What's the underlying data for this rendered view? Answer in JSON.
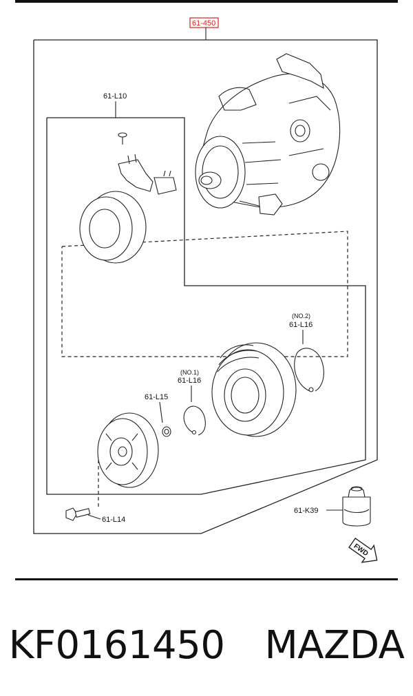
{
  "diagram": {
    "main_callout": "61-450",
    "callouts": {
      "clutch_coil_kit": "61-L10",
      "snap_ring_2_tag": "(NO.2)",
      "snap_ring_2": "61-L16",
      "snap_ring_1_tag": "(NO.1)",
      "snap_ring_1": "61-L16",
      "shim": "61-L15",
      "bolt": "61-L14",
      "cap": "61-K39"
    },
    "fwd_label": "FWD",
    "highlight_color": "#e0201b"
  },
  "caption": {
    "part_number": "KF0161450",
    "brand": "MAZDA"
  }
}
